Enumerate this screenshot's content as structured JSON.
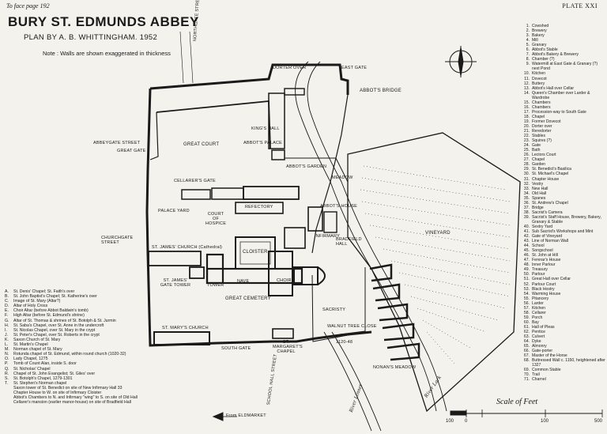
{
  "header": {
    "left": "To face page 192",
    "right": "PLATE XXI"
  },
  "title": "BURY ST. EDMUNDS ABBEY",
  "subtitle": "PLAN BY A. B. WHITTINGHAM. 1952",
  "note": "Note : Walls are shown exaggerated in thickness",
  "labels": {
    "northgate": "NORTHGATE STREET",
    "east_gate": "EAST GATE",
    "dorter": "DORTER OVER",
    "abbots_bridge": "ABBOT'S BRIDGE",
    "great_gate": "GREAT GATE",
    "great_court": "GREAT COURT",
    "kings_hall": "KING'S HALL",
    "abbots_palace": "ABBOT'S PALACE",
    "abbots_garden": "ABBOT'S GARDEN",
    "meadow": "MEADOW",
    "cellarers_gate": "CELLARER'S GATE",
    "palace_yard": "PALACE YARD",
    "refectory": "REFECTORY",
    "court_of_hospice": "COURT OF HOSPICE",
    "abbots_house": "ABBOT'S HOUSE",
    "infirmary": "INFIRMARY",
    "bradfield_hall": "BRADFIELD HALL",
    "vineyard": "VINEYARD",
    "cloister": "CLOISTER",
    "st_james_church": "ST. JAMES' CHURCH (Cathedral)",
    "st_james_gate": "ST. JAMES' GATE TOWER",
    "tower": "TOWER",
    "nave": "NAVE",
    "choir": "CHOIR",
    "great_cemetery": "GREAT CEMETERY",
    "sacristy": "SACRISTY",
    "walnut_tree_close": "WALNUT TREE CLOSE",
    "st_marys_church": "ST. MARY'S CHURCH",
    "st_margarets": "ST. MARGARET'S CHAPEL",
    "south_gate": "SOUTH GATE",
    "school_hall": "SCHOOL HALL STREET",
    "abbeygate": "ABBEYGATE STREET",
    "churchgate": "CHURCHGATE STREET",
    "from_eldmarket": "From ELDMARKET",
    "nonans_meadow": "NONAN'S MEADOW",
    "river_lark": "River Lark",
    "river_linnet": "River Linnet",
    "date_1120_48": "1120-48"
  },
  "scale": {
    "title": "Scale of Feet",
    "ticks": [
      "100",
      "0",
      "100",
      "500"
    ]
  },
  "legend_left": [
    {
      "k": "A.",
      "v": "St. Denis' Chapel; St. Faith's over"
    },
    {
      "k": "B.",
      "v": "St. John Baptist's Chapel; St. Katherine's over"
    },
    {
      "k": "C.",
      "v": "Image of St. Mary (Altar?)"
    },
    {
      "k": "D.",
      "v": "Altar of Holy Cross"
    },
    {
      "k": "E.",
      "v": "Choir Altar (before Abbot Baldwin's tomb)"
    },
    {
      "k": "F.",
      "v": "High Altar (before St. Edmund's shrine)"
    },
    {
      "k": "G.",
      "v": "Altar of St. Thomas & shrines of St. Botolph & St. Jurmin"
    },
    {
      "k": "H.",
      "v": "St. Saba's Chapel, over St. Anne in the undercroft"
    },
    {
      "k": "I.",
      "v": "St. Nicolas Chapel, over St. Mary in the crypt"
    },
    {
      "k": "J.",
      "v": "St. Peter's Chapel, over St. Roberts in the crypt"
    },
    {
      "k": "K.",
      "v": "Saxon Church of St. Mary"
    },
    {
      "k": "L.",
      "v": "St. Martin's Chapel"
    },
    {
      "k": "M.",
      "v": "Norman chapel of St. Mary"
    },
    {
      "k": "N.",
      "v": "Rotunda chapel of St. Edmund, within round church (1020-32)"
    },
    {
      "k": "O.",
      "v": "Lady Chapel, 1275"
    },
    {
      "k": "P.",
      "v": "Tomb of Count Alan, inside S. door"
    },
    {
      "k": "Q.",
      "v": "St. Nicholas' Chapel"
    },
    {
      "k": "R.",
      "v": "Chapel of St. John Evangelist; St. Giles' over"
    },
    {
      "k": "S.",
      "v": "St. Botolph's Chapel, 1279-1301"
    },
    {
      "k": "T.",
      "v": "St. Stephen's Norman chapel"
    },
    {
      "k": "",
      "v": "Saxon tower of St. Benedict on site of New Infirmary Hall 33"
    },
    {
      "k": "",
      "v": "Chapter House to W. on site of Infirmary Cloister"
    },
    {
      "k": "",
      "v": "Abbot's Chambers to N. and Infirmary \"wing\" to S. on site of Old Hall"
    },
    {
      "k": "",
      "v": "Cellarer's mansion (earlier manor-house) on site of Bradfield Hall"
    }
  ],
  "legend_right": [
    {
      "k": "1.",
      "v": "Cowshed"
    },
    {
      "k": "2.",
      "v": "Brewery"
    },
    {
      "k": "3.",
      "v": "Bakery"
    },
    {
      "k": "4.",
      "v": "Mill"
    },
    {
      "k": "5.",
      "v": "Granary"
    },
    {
      "k": "6.",
      "v": "Abbot's Stable"
    },
    {
      "k": "7.",
      "v": "Abbot's Bakery & Brewery"
    },
    {
      "k": "8.",
      "v": "Chamber (?)"
    },
    {
      "k": "9.",
      "v": "Watermill at East Gate & Granary (?) next Pond"
    },
    {
      "k": "10.",
      "v": "Kitchen"
    },
    {
      "k": "11.",
      "v": "Dovecot"
    },
    {
      "k": "12.",
      "v": "Buttery"
    },
    {
      "k": "13.",
      "v": "Abbot's Hall over Cellar"
    },
    {
      "k": "14.",
      "v": "Queen's Chamber over Larder & Wardrobe"
    },
    {
      "k": "15.",
      "v": "Chambers"
    },
    {
      "k": "16.",
      "v": "Chambers"
    },
    {
      "k": "17.",
      "v": "Procession-way to South Gate"
    },
    {
      "k": "18.",
      "v": "Chapel"
    },
    {
      "k": "19.",
      "v": "Former Dovecot"
    },
    {
      "k": "20.",
      "v": "Dorter over"
    },
    {
      "k": "21.",
      "v": "Reredorter"
    },
    {
      "k": "22.",
      "v": "Stables"
    },
    {
      "k": "23.",
      "v": "Squires (?)"
    },
    {
      "k": "24.",
      "v": "Gate"
    },
    {
      "k": "25.",
      "v": "Bath"
    },
    {
      "k": "26.",
      "v": "Lectors Court"
    },
    {
      "k": "27.",
      "v": "Chapel"
    },
    {
      "k": "28.",
      "v": "Garden"
    },
    {
      "k": "29.",
      "v": "St. Benedict's Basilica"
    },
    {
      "k": "30.",
      "v": "St. Michael's Chapel"
    },
    {
      "k": "31.",
      "v": "Chapter House"
    },
    {
      "k": "32.",
      "v": "Vestry"
    },
    {
      "k": "33.",
      "v": "New Hall"
    },
    {
      "k": "34.",
      "v": "Old Hall"
    },
    {
      "k": "35.",
      "v": "Spanes"
    },
    {
      "k": "36.",
      "v": "St. Andrew's Chapel"
    },
    {
      "k": "37.",
      "v": "Bridge"
    },
    {
      "k": "38.",
      "v": "Sacrist's Camera"
    },
    {
      "k": "39.",
      "v": "Sacrist's Staff House, Brewery, Bakery, Granary & Stable"
    },
    {
      "k": "40.",
      "v": "Sextry Yard"
    },
    {
      "k": "41.",
      "v": "Sub Sacrist's Workshops and Mint"
    },
    {
      "k": "42.",
      "v": "Gate of Vineyard"
    },
    {
      "k": "43.",
      "v": "Line of Norman Wall"
    },
    {
      "k": "44.",
      "v": "School"
    },
    {
      "k": "45.",
      "v": "Songschool"
    },
    {
      "k": "46.",
      "v": "St. John at Hill"
    },
    {
      "k": "47.",
      "v": "Fererar's House"
    },
    {
      "k": "48.",
      "v": "Inner Parlour"
    },
    {
      "k": "49.",
      "v": "Treasury"
    },
    {
      "k": "50.",
      "v": "Parlour"
    },
    {
      "k": "51.",
      "v": "Great Hall over Cellar"
    },
    {
      "k": "52.",
      "v": "Parlour Court"
    },
    {
      "k": "53.",
      "v": "Black Hostry"
    },
    {
      "k": "54.",
      "v": "Warming House"
    },
    {
      "k": "55.",
      "v": "Pitancery"
    },
    {
      "k": "56.",
      "v": "Larder"
    },
    {
      "k": "57.",
      "v": "Kitchen"
    },
    {
      "k": "58.",
      "v": "Cellarer"
    },
    {
      "k": "59.",
      "v": "Porch"
    },
    {
      "k": "60.",
      "v": "Bay"
    },
    {
      "k": "61.",
      "v": "Hall of Pleas"
    },
    {
      "k": "62.",
      "v": "Pentice"
    },
    {
      "k": "63.",
      "v": "Culvert"
    },
    {
      "k": "64.",
      "v": "Dyke"
    },
    {
      "k": "65.",
      "v": "Almonry"
    },
    {
      "k": "66.",
      "v": "Gate-porter"
    },
    {
      "k": "67.",
      "v": "Master of the Horse"
    },
    {
      "k": "68.",
      "v": "Buttressed Wall c. 1150, heightened after 1327"
    },
    {
      "k": "69.",
      "v": "Common Stable"
    },
    {
      "k": "70.",
      "v": "Trail"
    },
    {
      "k": "71.",
      "v": "Charnel"
    }
  ]
}
